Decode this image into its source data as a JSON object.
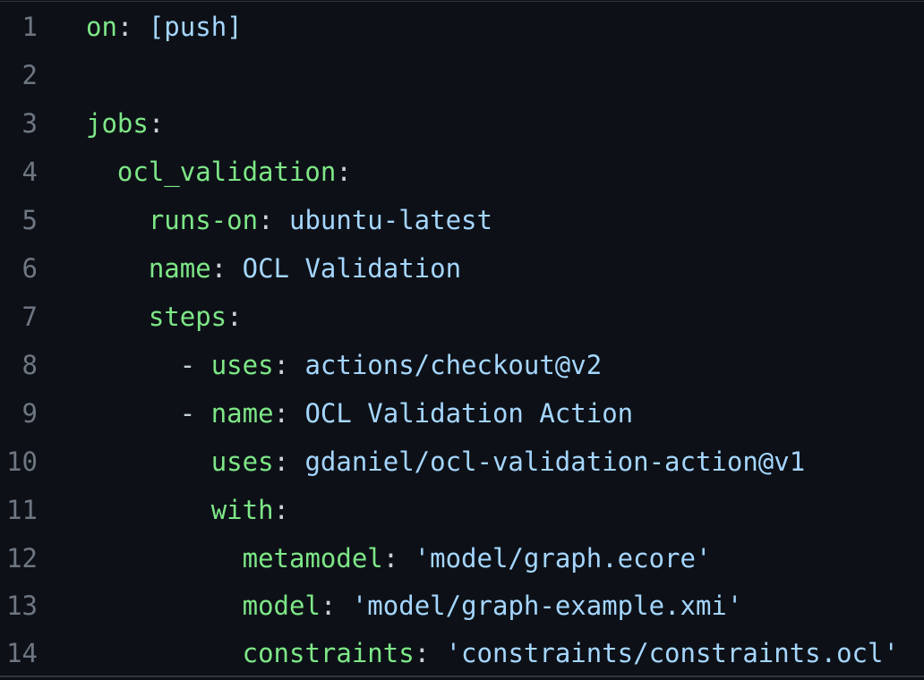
{
  "editor": {
    "language": "yaml",
    "colors": {
      "background": "#0d1117",
      "key": "#7ee787",
      "value": "#a5d6ff",
      "punct": "#c9d1d9",
      "line_number": "#6e7681"
    },
    "lines": [
      {
        "n": "1",
        "indent": "",
        "dash": "",
        "key": "on",
        "colon": ":",
        "value": " [push]"
      },
      {
        "n": "2",
        "indent": "",
        "dash": "",
        "key": "",
        "colon": "",
        "value": ""
      },
      {
        "n": "3",
        "indent": "",
        "dash": "",
        "key": "jobs",
        "colon": ":",
        "value": ""
      },
      {
        "n": "4",
        "indent": "  ",
        "dash": "",
        "key": "ocl_validation",
        "colon": ":",
        "value": ""
      },
      {
        "n": "5",
        "indent": "    ",
        "dash": "",
        "key": "runs-on",
        "colon": ":",
        "value": " ubuntu-latest"
      },
      {
        "n": "6",
        "indent": "    ",
        "dash": "",
        "key": "name",
        "colon": ":",
        "value": " OCL Validation"
      },
      {
        "n": "7",
        "indent": "    ",
        "dash": "",
        "key": "steps",
        "colon": ":",
        "value": ""
      },
      {
        "n": "8",
        "indent": "      ",
        "dash": "- ",
        "key": "uses",
        "colon": ":",
        "value": " actions/checkout@v2"
      },
      {
        "n": "9",
        "indent": "      ",
        "dash": "- ",
        "key": "name",
        "colon": ":",
        "value": " OCL Validation Action"
      },
      {
        "n": "10",
        "indent": "        ",
        "dash": "",
        "key": "uses",
        "colon": ":",
        "value": " gdaniel/ocl-validation-action@v1"
      },
      {
        "n": "11",
        "indent": "        ",
        "dash": "",
        "key": "with",
        "colon": ":",
        "value": ""
      },
      {
        "n": "12",
        "indent": "          ",
        "dash": "",
        "key": "metamodel",
        "colon": ":",
        "value": " 'model/graph.ecore'"
      },
      {
        "n": "13",
        "indent": "          ",
        "dash": "",
        "key": "model",
        "colon": ":",
        "value": " 'model/graph-example.xmi'"
      },
      {
        "n": "14",
        "indent": "          ",
        "dash": "",
        "key": "constraints",
        "colon": ":",
        "value": " 'constraints/constraints.ocl'"
      }
    ]
  }
}
